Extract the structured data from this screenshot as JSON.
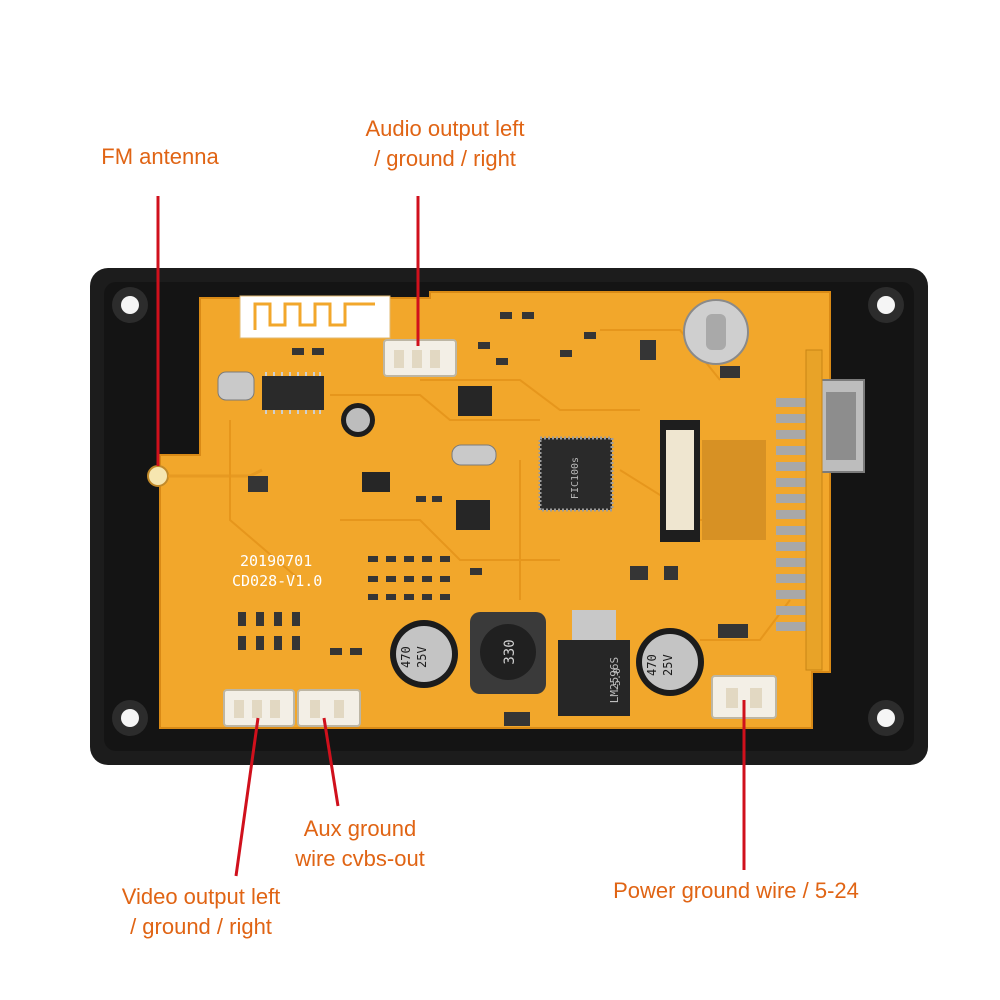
{
  "labels": {
    "fm_antenna": "FM antenna",
    "audio_output": [
      "Audio output left",
      "/ ground / right"
    ],
    "aux_ground": [
      "Aux ground",
      "wire cvbs-out"
    ],
    "video_output": [
      "Video output left",
      "/ ground / right"
    ],
    "power": "Power ground wire / 5-24"
  },
  "board": {
    "date_code": "20190701",
    "model": "CD028-V1.0",
    "chip": "FIC100s",
    "capacitor_value": "470",
    "capacitor_voltage": "25V",
    "inductor": "330",
    "regulator": "LM2596S",
    "regulator_sub": "-5.0"
  },
  "colors": {
    "label": "#e06414",
    "leader": "#d0101c",
    "pcb": "#f2a72b",
    "frame": "#1c1c1c"
  }
}
